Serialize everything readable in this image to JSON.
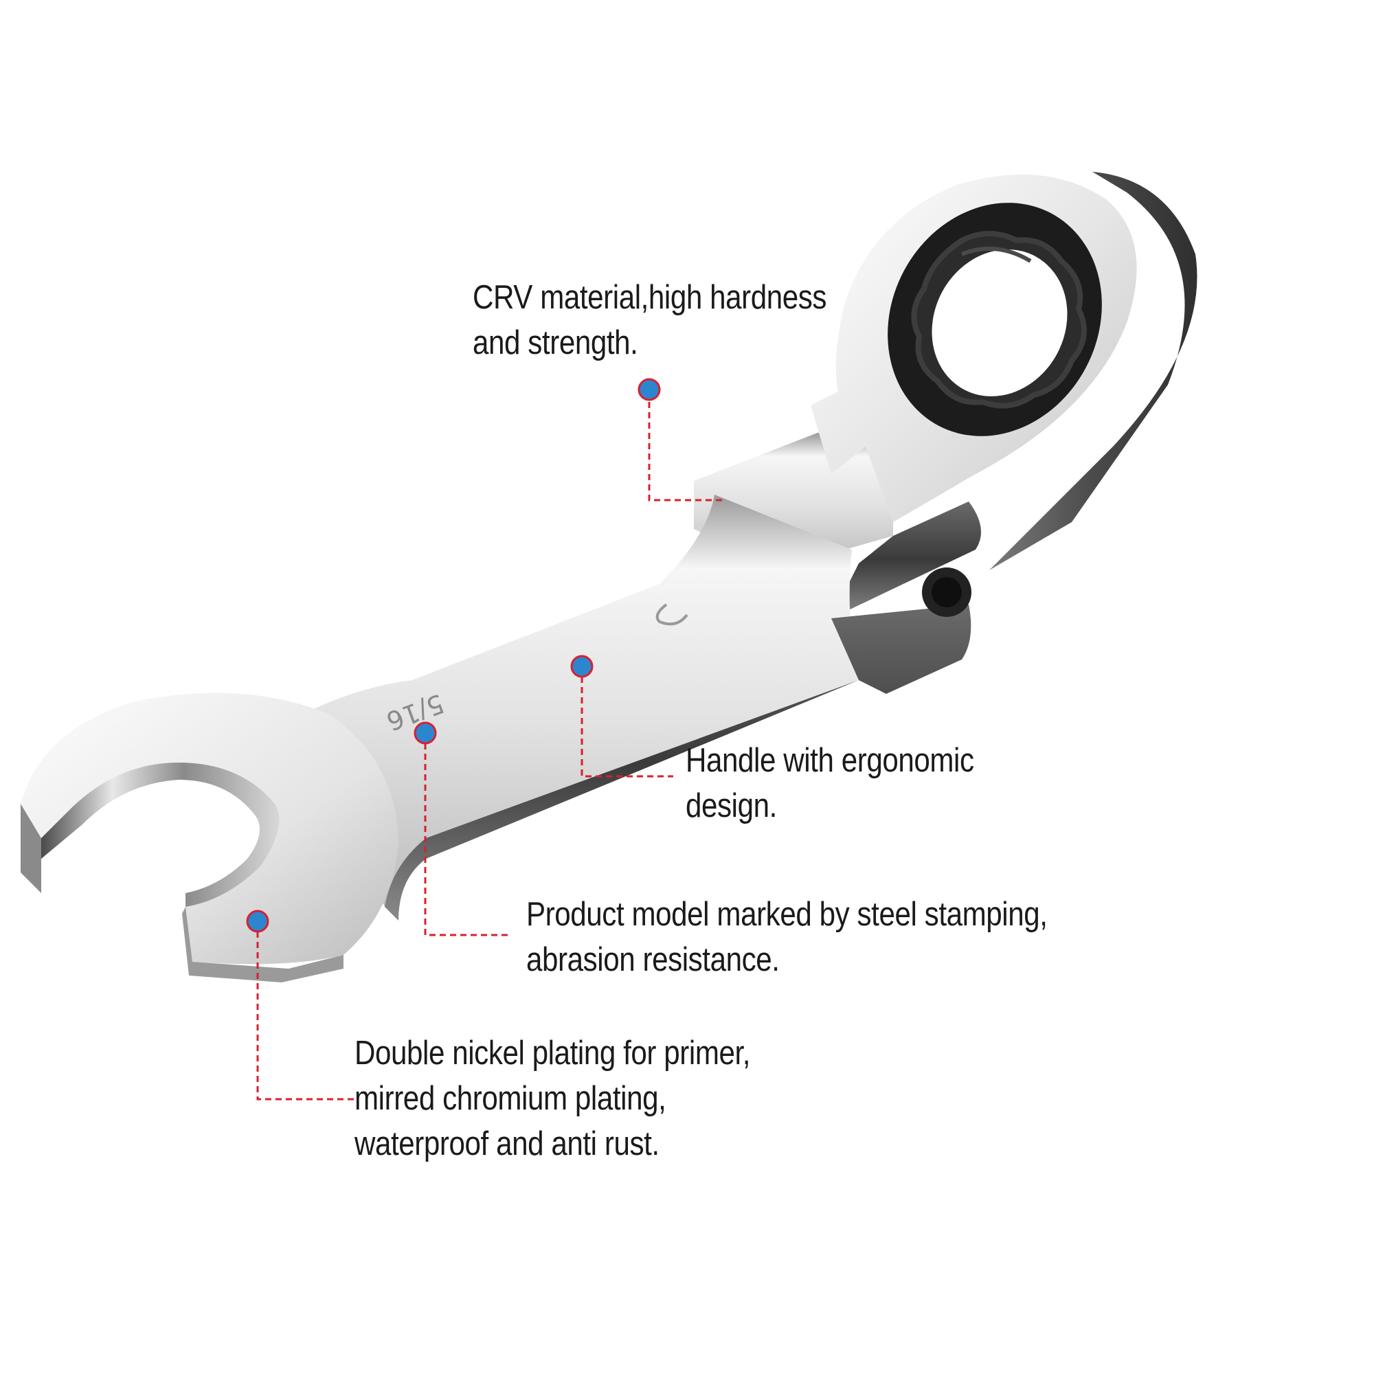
{
  "colors": {
    "accent_line": "#d8202f",
    "marker_fill": "#2b86cf",
    "marker_ring": "#d8202f",
    "text": "#1a1a1a",
    "chrome_light": "#f2f2f2",
    "chrome_dark": "#555555",
    "ring_inner": "#1c1c1c"
  },
  "product": {
    "stamp": "5/16",
    "icon": "ratchet-direction-arrow-icon"
  },
  "callouts": [
    {
      "id": "material",
      "lines": [
        "CRV material,high hardness",
        "and strength."
      ]
    },
    {
      "id": "handle",
      "lines": [
        "Handle with ergonomic",
        "design."
      ]
    },
    {
      "id": "model",
      "lines": [
        "Product model marked by steel stamping,",
        "abrasion resistance."
      ]
    },
    {
      "id": "plating",
      "lines": [
        "Double nickel plating for primer,",
        "mirred chromium plating,",
        "waterproof and anti rust."
      ]
    }
  ]
}
